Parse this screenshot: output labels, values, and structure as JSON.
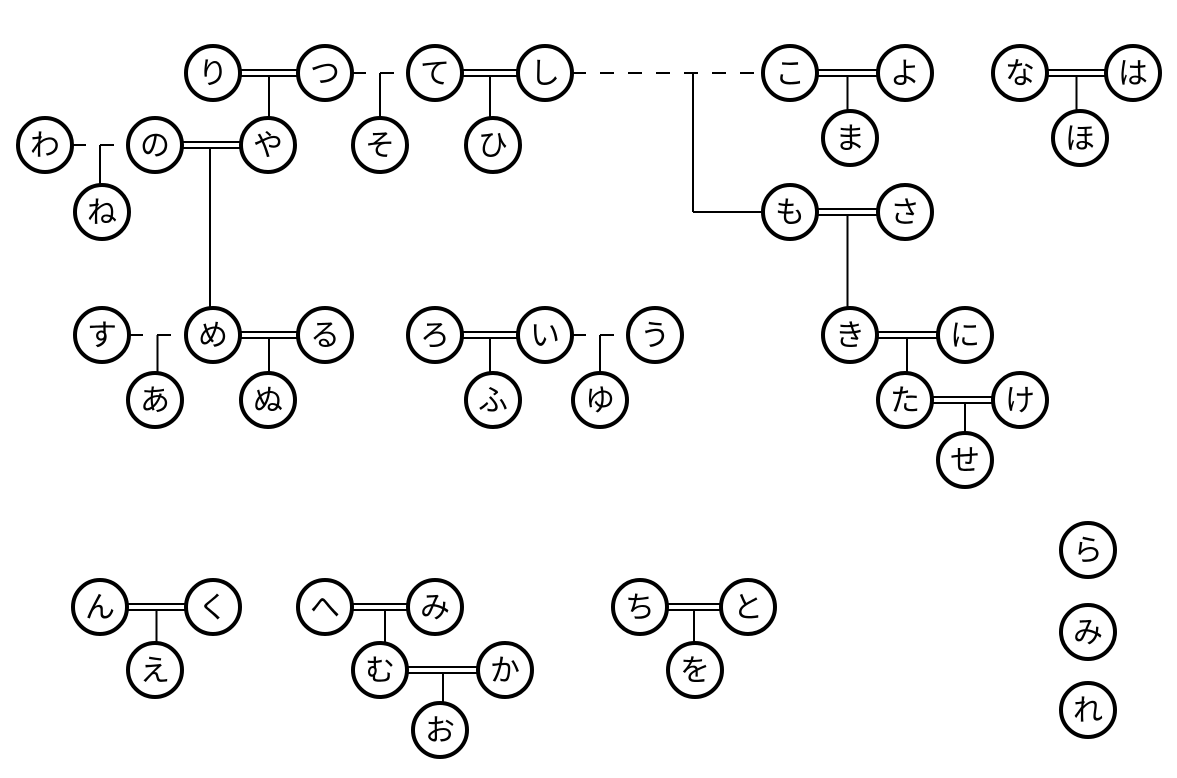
{
  "nodes": [
    {
      "id": "n01",
      "label": "り"
    },
    {
      "id": "n02",
      "label": "つ"
    },
    {
      "id": "n03",
      "label": "て"
    },
    {
      "id": "n04",
      "label": "し"
    },
    {
      "id": "n05",
      "label": "こ"
    },
    {
      "id": "n06",
      "label": "よ"
    },
    {
      "id": "n07",
      "label": "な"
    },
    {
      "id": "n08",
      "label": "は"
    },
    {
      "id": "n09",
      "label": "わ"
    },
    {
      "id": "n10",
      "label": "の"
    },
    {
      "id": "n11",
      "label": "や"
    },
    {
      "id": "n12",
      "label": "そ"
    },
    {
      "id": "n13",
      "label": "ひ"
    },
    {
      "id": "n14",
      "label": "ま"
    },
    {
      "id": "n15",
      "label": "ほ"
    },
    {
      "id": "n16",
      "label": "ね"
    },
    {
      "id": "n17",
      "label": "も"
    },
    {
      "id": "n18",
      "label": "さ"
    },
    {
      "id": "n19",
      "label": "す"
    },
    {
      "id": "n20",
      "label": "め"
    },
    {
      "id": "n21",
      "label": "る"
    },
    {
      "id": "n22",
      "label": "ろ"
    },
    {
      "id": "n23",
      "label": "い"
    },
    {
      "id": "n24",
      "label": "う"
    },
    {
      "id": "n25",
      "label": "き"
    },
    {
      "id": "n26",
      "label": "に"
    },
    {
      "id": "n27",
      "label": "あ"
    },
    {
      "id": "n28",
      "label": "ぬ"
    },
    {
      "id": "n29",
      "label": "ふ"
    },
    {
      "id": "n30",
      "label": "ゆ"
    },
    {
      "id": "n31",
      "label": "た"
    },
    {
      "id": "n32",
      "label": "け"
    },
    {
      "id": "n33",
      "label": "せ"
    },
    {
      "id": "n34",
      "label": "ら"
    },
    {
      "id": "n35",
      "label": "み"
    },
    {
      "id": "n36",
      "label": "れ"
    },
    {
      "id": "n37",
      "label": "ん"
    },
    {
      "id": "n38",
      "label": "く"
    },
    {
      "id": "n39",
      "label": "え"
    },
    {
      "id": "n40",
      "label": "へ"
    },
    {
      "id": "n41",
      "label": "み"
    },
    {
      "id": "n42",
      "label": "む"
    },
    {
      "id": "n43",
      "label": "か"
    },
    {
      "id": "n44",
      "label": "お"
    },
    {
      "id": "n45",
      "label": "ち"
    },
    {
      "id": "n46",
      "label": "と"
    },
    {
      "id": "n47",
      "label": "を"
    }
  ]
}
